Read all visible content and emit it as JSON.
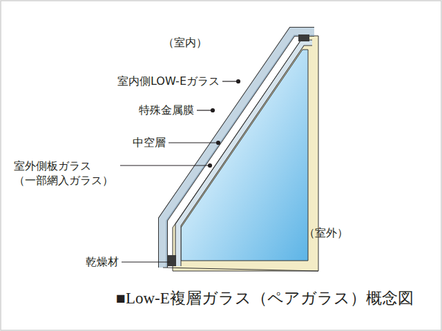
{
  "diagram": {
    "caption": "■Low-E複層ガラス（ペアガラス）概念図",
    "labels": [
      "（室内）",
      "室内側LOW-Eガラス",
      "特殊金属膜",
      "中空層",
      "室外側板ガラス （一部網入ガラス）",
      "乾燥材",
      "（室外）"
    ]
  }
}
